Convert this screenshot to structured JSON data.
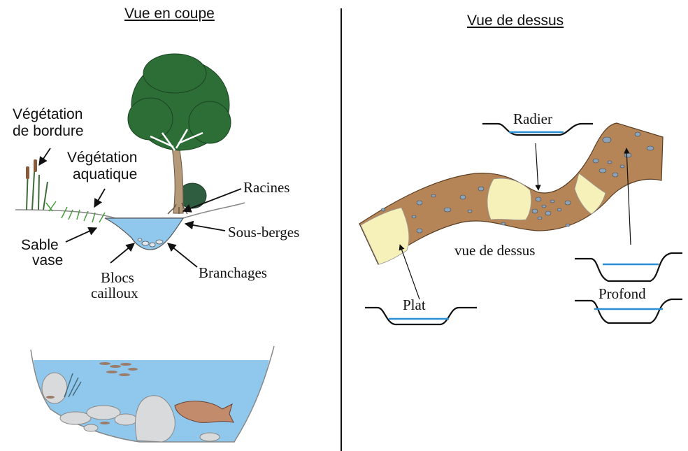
{
  "titles": {
    "left": "Vue en coupe",
    "right": "Vue de dessus"
  },
  "cross_section_labels": {
    "vegetation_bordure": [
      "Végétation",
      "de bordure"
    ],
    "vegetation_aquatique": [
      "Végétation",
      "aquatique"
    ],
    "racines": "Racines",
    "sous_berges": "Sous-berges",
    "sable_vase": [
      "Sable",
      "vase"
    ],
    "blocs_cailloux": [
      "Blocs",
      "cailloux"
    ],
    "branchages": "Branchages"
  },
  "plan_labels": {
    "radier": "Radier",
    "vue_de_dessus": "vue de dessus",
    "plat": "Plat",
    "profond": "Profond"
  },
  "colors": {
    "water": "#8fc8ec",
    "water_line": "#2b8fd6",
    "riverbed": "#b58557",
    "sand": "#f6f1b9",
    "pebble": "#8fa3b6",
    "foliage": "#2d6e36",
    "trunk": "#b59a7a"
  }
}
